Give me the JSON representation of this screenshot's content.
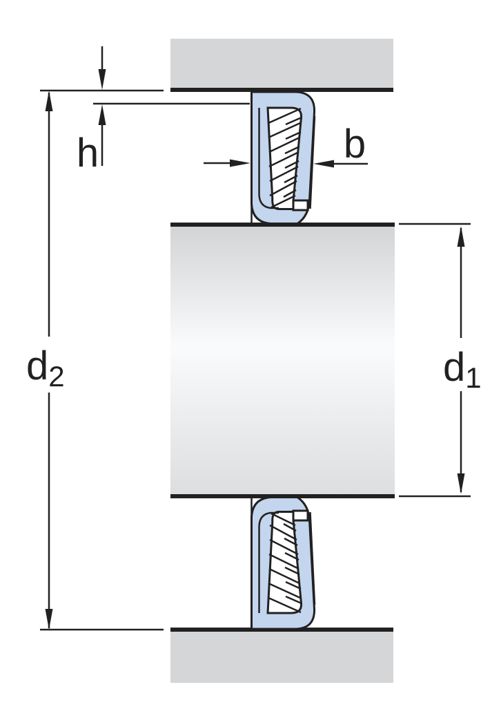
{
  "diagram": {
    "type": "radial-shaft-seal-cross-section",
    "labels": {
      "h": "h",
      "b": "b",
      "d1": {
        "base": "d",
        "sub": "1"
      },
      "d2": {
        "base": "d",
        "sub": "2"
      }
    },
    "colors": {
      "seal_blue": "#c4d5ee",
      "metal_gray": "#d4d6d8",
      "line": "#212121"
    }
  }
}
